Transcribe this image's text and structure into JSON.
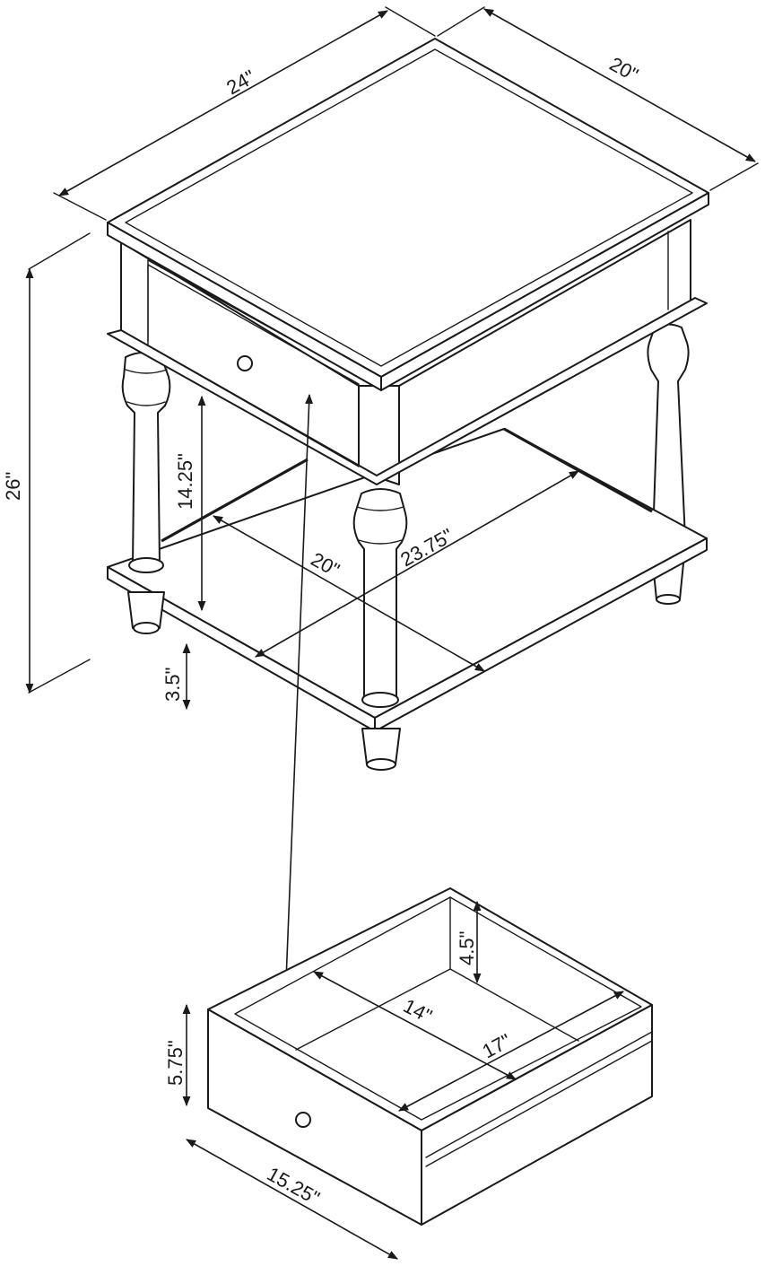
{
  "diagram": {
    "colors": {
      "line": "#1a1a1a",
      "background": "#ffffff"
    },
    "table_dimensions": {
      "top_width": "24\"",
      "top_depth": "20\"",
      "total_height": "26\"",
      "shelf_clearance": "14.25\"",
      "shelf_width": "23.75\"",
      "shelf_depth": "20\"",
      "foot_height": "3.5\""
    },
    "drawer_dimensions": {
      "inner_height": "4.5\"",
      "inner_width": "14\"",
      "inner_depth": "17\"",
      "front_height": "5.75\"",
      "front_width": "15.25\""
    }
  }
}
